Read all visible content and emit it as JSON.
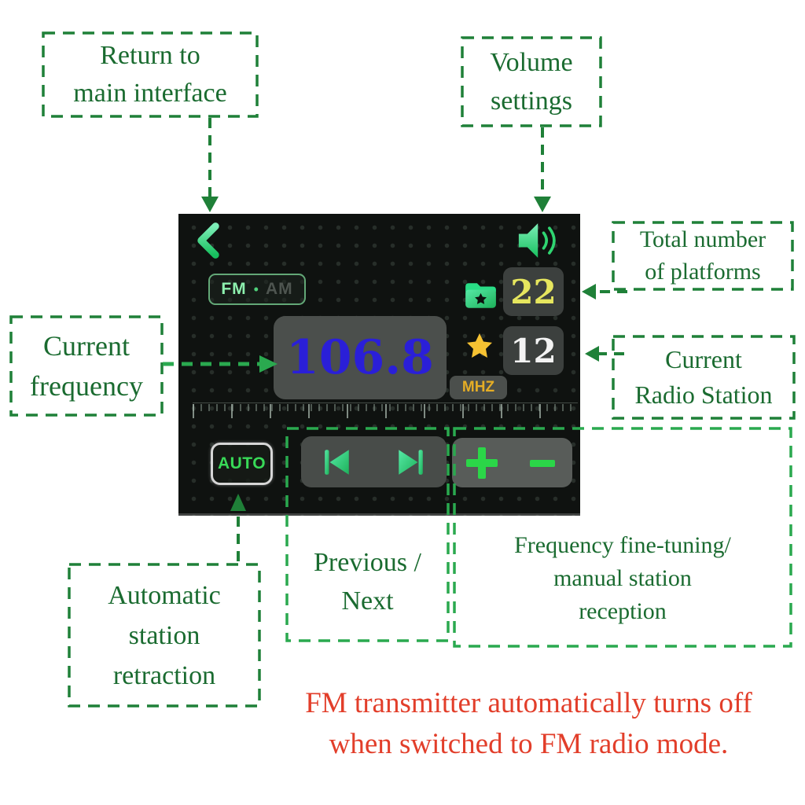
{
  "callouts": {
    "return_main": {
      "text": "Return to\nmain interface"
    },
    "volume": {
      "text": "Volume\nsettings"
    },
    "platforms": {
      "text": "Total number\nof platforms"
    },
    "frequency": {
      "text": "Current\nfrequency"
    },
    "station": {
      "text": "Current\nRadio Station"
    },
    "auto": {
      "text": "Automatic\nstation\nretraction"
    },
    "prev_next": {
      "text": "Previous /\nNext"
    },
    "fine_tuning": {
      "text": "Frequency fine-tuning/\nmanual station\nreception"
    }
  },
  "note": {
    "text": "FM transmitter automatically turns off\nwhen switched to FM radio mode.",
    "color": "#e23e2a"
  },
  "radio": {
    "band": {
      "fm": "FM",
      "separator": "•",
      "am": "AM",
      "active": "FM"
    },
    "frequency": {
      "value": "106.8",
      "unit": "MHZ"
    },
    "platforms_count": "22",
    "station_number": "12",
    "auto_button": "AUTO",
    "icons": {
      "back": "back-chevron-icon",
      "volume": "speaker-icon",
      "platforms": "folder-star-icon",
      "station": "star-icon",
      "previous": "skip-previous-icon",
      "next": "skip-next-icon",
      "tune_up": "plus-icon",
      "tune_down": "minus-icon"
    },
    "colors": {
      "panel_background": "#0f1210",
      "accent_green": "#2bd648",
      "frequency_text": "#2a1fd8",
      "platforms_count_text": "#e6e65e",
      "station_number_text": "#f3f3f3",
      "unit_text": "#e5ad25",
      "star_gold": "#f6c232"
    }
  },
  "annotation_colors": {
    "box_border": "#1f8038",
    "label_text": "#1a6b30",
    "arrow_on_panel": "#2aa94f",
    "note_red": "#e23e2a"
  }
}
